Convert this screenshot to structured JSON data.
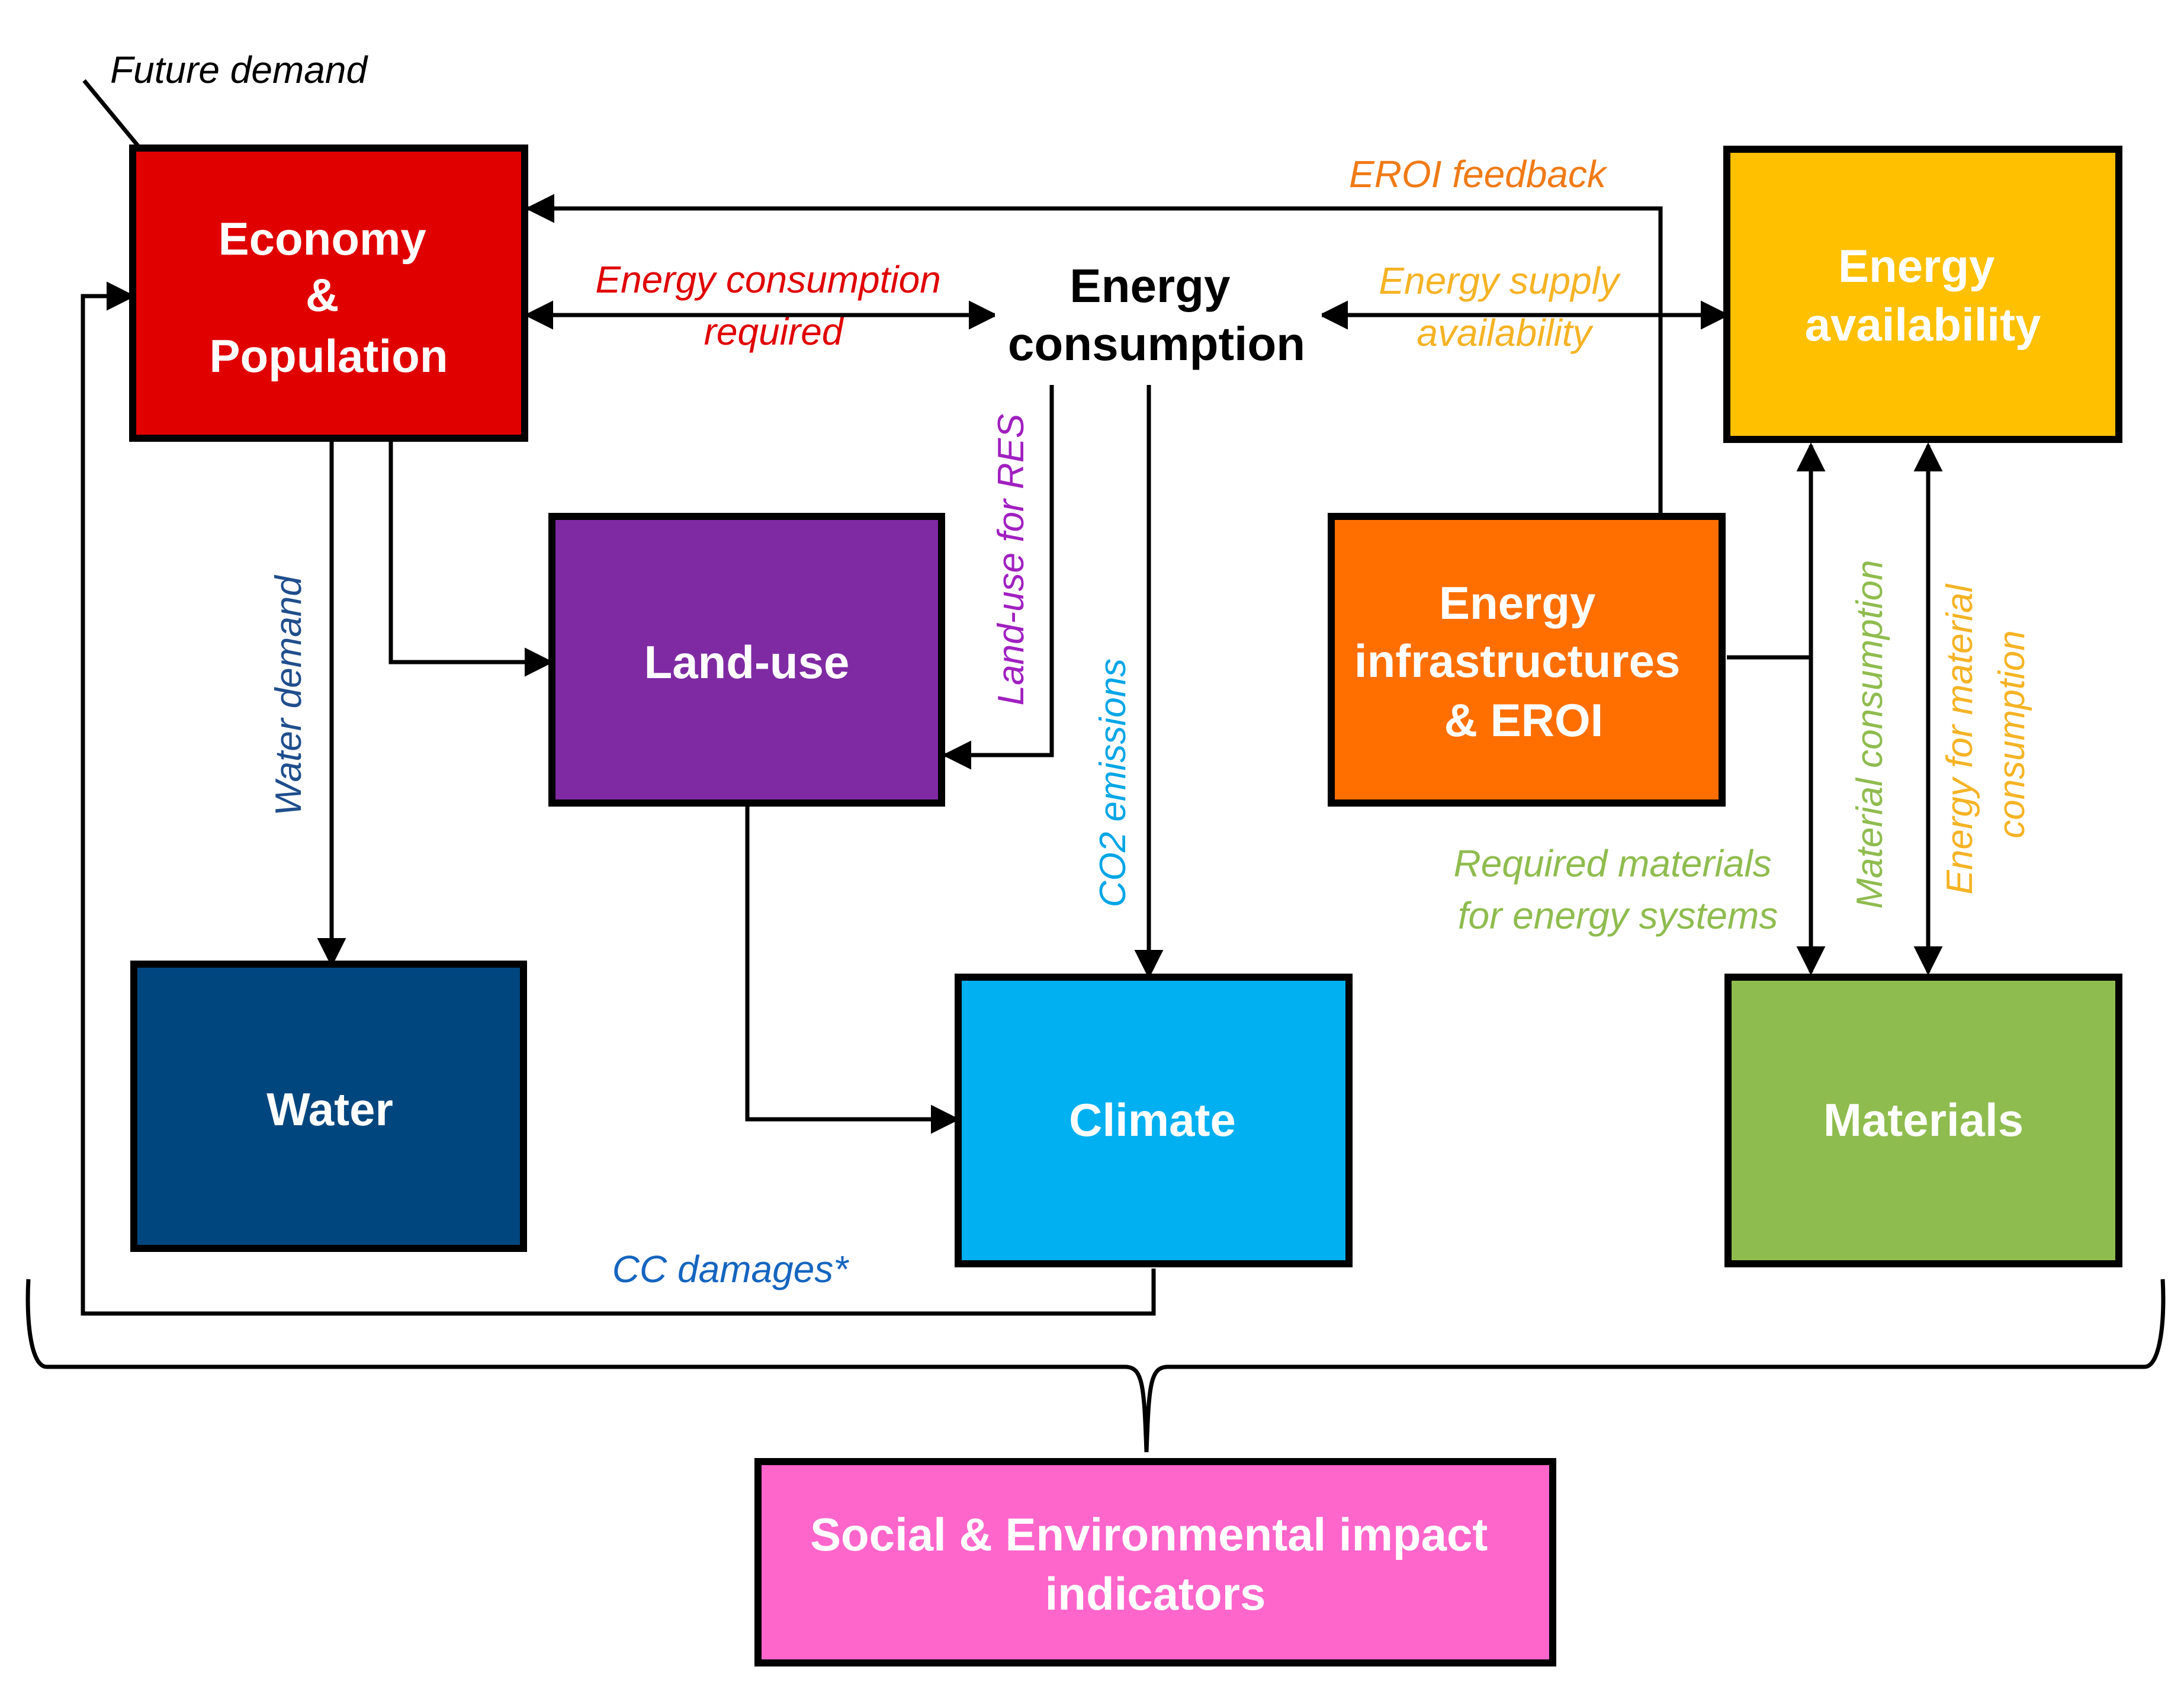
{
  "boxes": {
    "economy": {
      "lines": [
        "Economy",
        "&",
        "Population"
      ],
      "color": "#e00000"
    },
    "energy_availability": {
      "lines": [
        "Energy",
        "availability"
      ],
      "color": "#ffc000"
    },
    "land_use": {
      "lines": [
        "Land-use"
      ],
      "color": "#7f2aa3"
    },
    "infrastructures": {
      "lines": [
        "Energy",
        "infrastructures",
        "& EROI"
      ],
      "color": "#ff6f00"
    },
    "water": {
      "lines": [
        "Water"
      ],
      "color": "#00467e"
    },
    "climate": {
      "lines": [
        "Climate"
      ],
      "color": "#00b0f0"
    },
    "materials": {
      "lines": [
        "Materials"
      ],
      "color": "#8fbc4f"
    },
    "impact": {
      "lines": [
        "Social & Environmental impact",
        "indicators"
      ],
      "color": "#ff66cc"
    }
  },
  "center_node": {
    "lines": [
      "Energy",
      "consumption"
    ]
  },
  "labels": {
    "future_demand": {
      "lines": [
        "Future demand"
      ],
      "color": "#000000"
    },
    "eroi_feedback": {
      "lines": [
        "EROI feedback"
      ],
      "color": "#f07a16"
    },
    "energy_consumption_required": {
      "lines": [
        "Energy consumption",
        "required"
      ],
      "color": "#e00000"
    },
    "energy_supply_availability": {
      "lines": [
        "Energy supply",
        "availability"
      ],
      "color": "#f5b324"
    },
    "land_use_for_res": {
      "lines": [
        "Land-use for RES"
      ],
      "color": "#a020c0"
    },
    "water_demand": {
      "lines": [
        "Water demand"
      ],
      "color": "#1f4e8c"
    },
    "co2_emissions": {
      "lines": [
        "CO2 emissions"
      ],
      "color": "#00a6e6"
    },
    "required_materials": {
      "lines": [
        "Required materials",
        "for energy systems"
      ],
      "color": "#8fbc4f"
    },
    "material_consumption": {
      "lines": [
        "Material  consumption"
      ],
      "color": "#8fbc4f"
    },
    "energy_for_material": {
      "lines": [
        "Energy for material",
        "consumption"
      ],
      "color": "#f5b324"
    },
    "cc_damages": {
      "lines": [
        "CC damages*"
      ],
      "color": "#1565c0"
    }
  }
}
